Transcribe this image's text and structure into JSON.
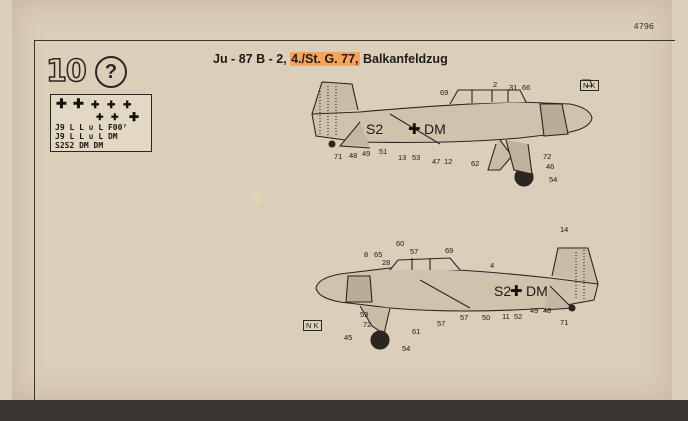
{
  "sheet": {
    "number": "4796"
  },
  "step": {
    "number": "10",
    "question": "?"
  },
  "title": {
    "prefix": "Ju - 87 B - 2, ",
    "highlight": "4./St. G. 77,",
    "suffix": " Balkanfeldzug"
  },
  "decals": {
    "row1": "J9 L L ∪ L  F00⁷",
    "row2": "J9 L L ∪ L  DM",
    "row3": "S2S2 DM DM"
  },
  "top": {
    "reg_left": "S2",
    "reg_right": "DM",
    "c69": "69",
    "c2": "2",
    "c31": "31",
    "c66": "66",
    "nk": "N K",
    "c71": "71",
    "c48": "48",
    "c49": "49",
    "c51": "51",
    "c13": "13",
    "c53": "53",
    "c47": "47",
    "c12": "12",
    "c62": "62",
    "c72": "72",
    "c46": "46",
    "c54": "54"
  },
  "bottom": {
    "reg_left": "S2",
    "reg_right": "DM",
    "c14": "14",
    "c60": "60",
    "c57a": "57",
    "c69": "69",
    "c8": "8",
    "c65": "65",
    "c28": "28",
    "c4": "4",
    "nk": "N K",
    "c59": "59",
    "c72": "72",
    "c45": "45",
    "c54": "54",
    "c61": "61",
    "c57b": "57",
    "c57c": "57",
    "c50": "50",
    "c11": "11",
    "c52": "52",
    "c49": "49",
    "c48": "48",
    "c71": "71"
  }
}
